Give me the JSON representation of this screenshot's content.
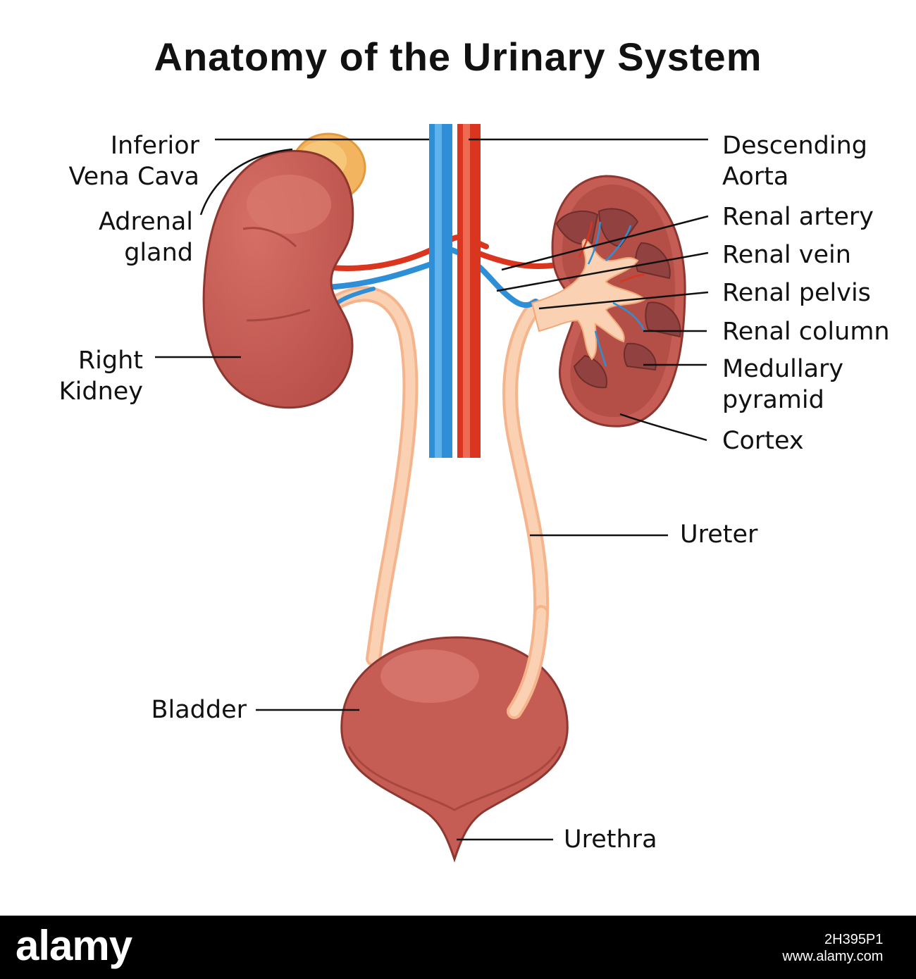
{
  "title": "Anatomy of the Urinary System",
  "labels": {
    "inferior_vena_cava": [
      "Inferior",
      "Vena Cava"
    ],
    "adrenal_gland": [
      "Adrenal",
      "gland"
    ],
    "right_kidney": [
      "Right",
      "Kidney"
    ],
    "descending_aorta": [
      "Descending",
      "Aorta"
    ],
    "renal_artery": "Renal artery",
    "renal_vein": "Renal vein",
    "renal_pelvis": "Renal pelvis",
    "renal_column": "Renal column",
    "medullary_pyramid": [
      "Medullary",
      "pyramid"
    ],
    "cortex": "Cortex",
    "ureter": "Ureter",
    "bladder": "Bladder",
    "urethra": "Urethra"
  },
  "footer": {
    "brand": "alamy",
    "image_id": "2H395P1",
    "site": "www.alamy.com"
  },
  "colors": {
    "kidney": "#c55d54",
    "kidney_outline": "#8e3630",
    "ureter": "#f8c29b",
    "vein": "#2e8fd6",
    "artery": "#d9351f",
    "adrenal": "#f2b45e",
    "pyramid": "#91413f"
  }
}
